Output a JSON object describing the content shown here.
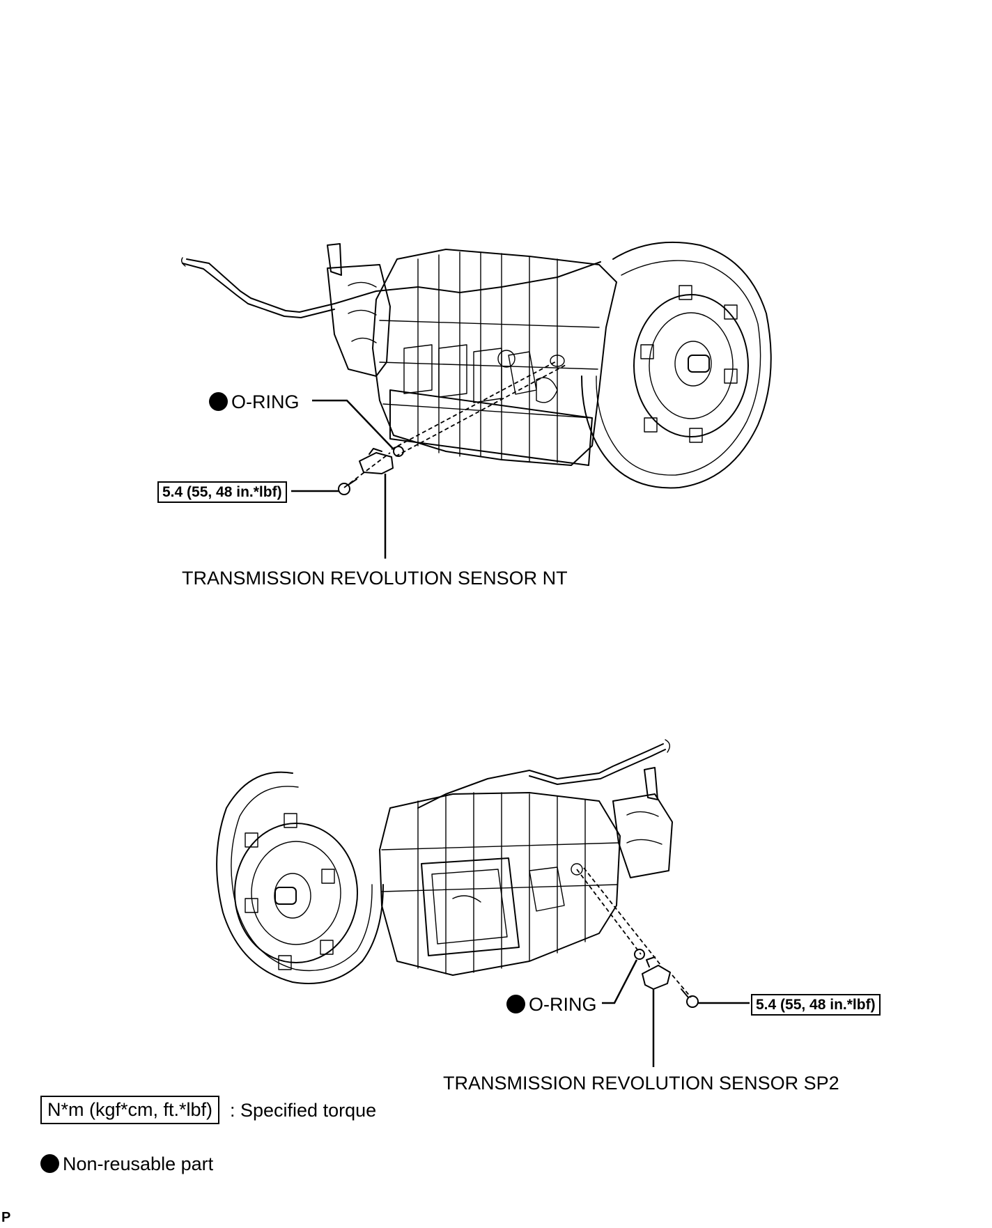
{
  "diagram1": {
    "oring_label": "O-RING",
    "torque_label": "5.4 (55, 48 in.*lbf)",
    "sensor_label": "TRANSMISSION REVOLUTION SENSOR NT"
  },
  "diagram2": {
    "oring_label": "O-RING",
    "torque_label": "5.4 (55, 48 in.*lbf)",
    "sensor_label": "TRANSMISSION REVOLUTION SENSOR SP2"
  },
  "legend": {
    "torque_box": "N*m (kgf*cm, ft.*lbf)",
    "torque_text": ": Specified torque",
    "nonreusable_text": "Non-reusable part"
  },
  "corner_mark": "P"
}
